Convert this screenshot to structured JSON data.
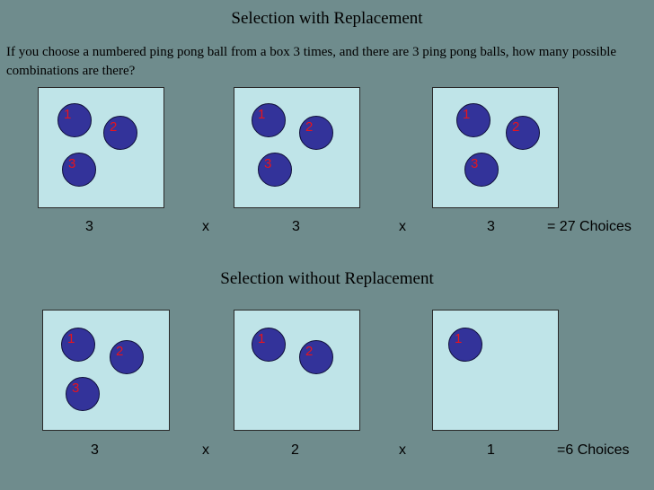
{
  "with_replacement": {
    "title": "Selection with Replacement",
    "question": "If you choose a numbered ping pong ball from a box 3 times, and there are 3 ping pong balls, how many possible combinations are there?",
    "boxes": [
      {
        "balls": [
          "1",
          "2",
          "3"
        ]
      },
      {
        "balls": [
          "1",
          "2",
          "3"
        ]
      },
      {
        "balls": [
          "1",
          "2",
          "3"
        ]
      }
    ],
    "calc": {
      "n1": "3",
      "op1": "x",
      "n2": "3",
      "op2": "x",
      "n3": "3",
      "result": "= 27 Choices"
    }
  },
  "without_replacement": {
    "title": "Selection without Replacement",
    "boxes": [
      {
        "balls": [
          "1",
          "2",
          "3"
        ]
      },
      {
        "balls": [
          "1",
          "2"
        ]
      },
      {
        "balls": [
          "1"
        ]
      }
    ],
    "calc": {
      "n1": "3",
      "op1": "x",
      "n2": "2",
      "op2": "x",
      "n3": "1",
      "result": "=6 Choices"
    }
  },
  "colors": {
    "background": "#6f8c8d",
    "box": "#bfe4e8",
    "ball": "#33339a",
    "ball_number": "#e8141c"
  }
}
